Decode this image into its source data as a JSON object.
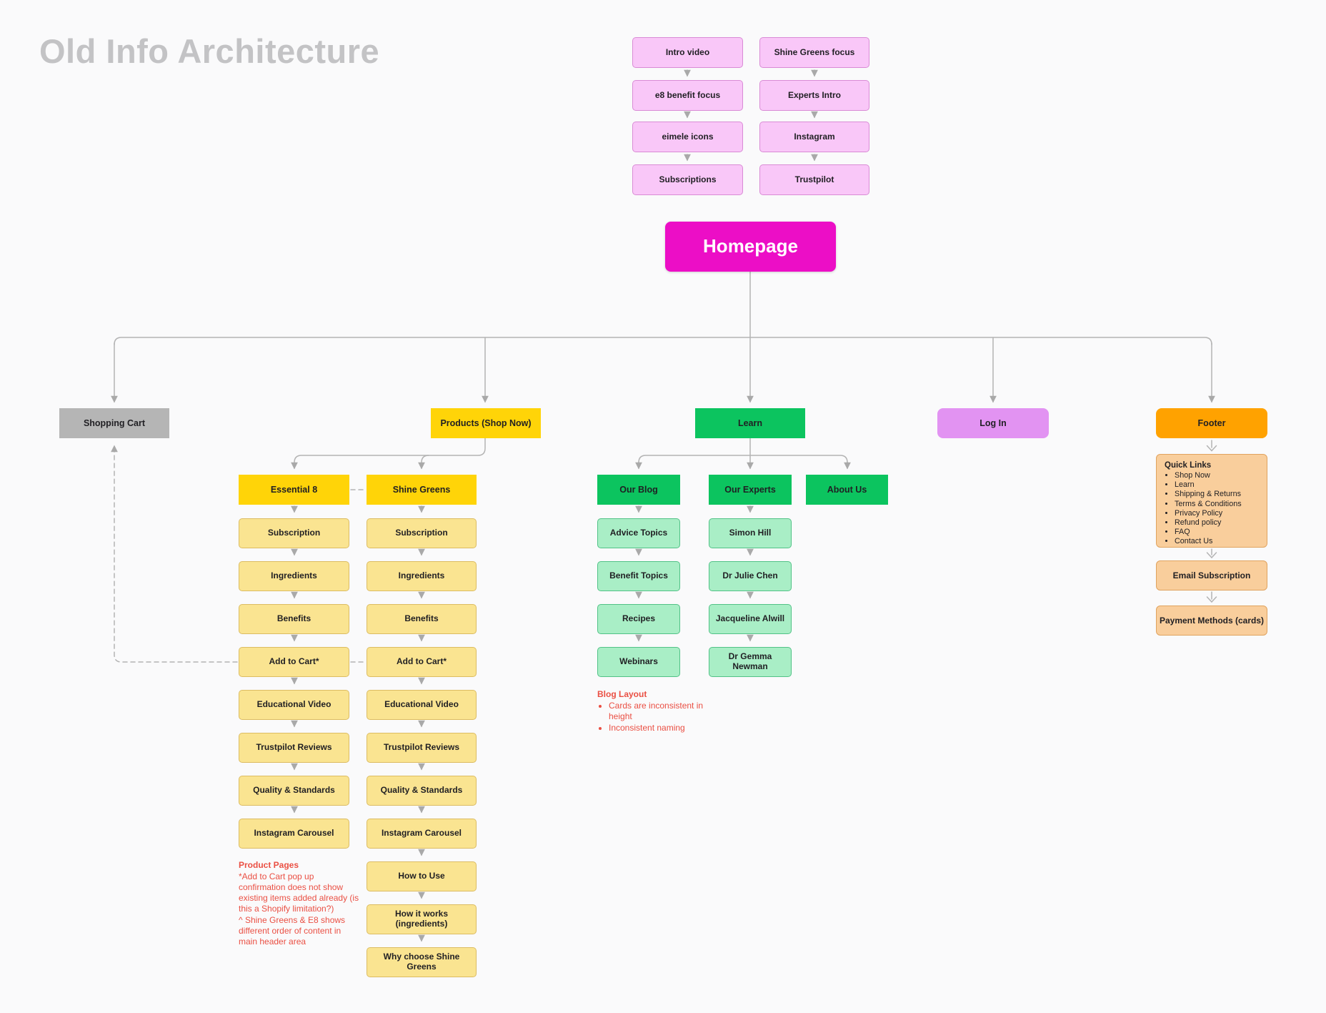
{
  "title": "Old Info Architecture",
  "colors": {
    "homepage": "#EC0EC6",
    "products_accent": "#FFD408",
    "products_light": "#FAE491",
    "learn_accent": "#0CC45F",
    "learn_light": "#A9EEC6",
    "login": "#E293F2",
    "footer_accent": "#FFA200",
    "footer_light": "#F9CE9C",
    "shopping_cart": "#B5B5B5",
    "homepage_sections_pink": "#F9C7F8",
    "annotation_red": "#EA4F43",
    "connector_gray": "#B3B3B3"
  },
  "homepage_sections": {
    "col1": [
      "Intro video",
      "e8 benefit focus",
      "eimele icons",
      "Subscriptions"
    ],
    "col2": [
      "Shine Greens focus",
      "Experts Intro",
      "Instagram",
      "Trustpilot"
    ]
  },
  "homepage": {
    "label": "Homepage"
  },
  "main_nav": {
    "shopping_cart": "Shopping Cart",
    "products": "Products (Shop Now)",
    "learn": "Learn",
    "login": "Log In",
    "footer": "Footer"
  },
  "products": {
    "essential8": {
      "label": "Essential 8",
      "items": [
        "Subscription",
        "Ingredients",
        "Benefits",
        "Add to Cart*",
        "Educational Video",
        "Trustpilot Reviews",
        "Quality & Standards",
        "Instagram Carousel"
      ]
    },
    "shine_greens": {
      "label": "Shine Greens",
      "items": [
        "Subscription",
        "Ingredients",
        "Benefits",
        "Add to Cart*",
        "Educational Video",
        "Trustpilot Reviews",
        "Quality & Standards",
        "Instagram Carousel",
        "How to Use",
        "How it works (ingredients)",
        "Why choose Shine Greens"
      ]
    },
    "note": {
      "title": "Product Pages",
      "body": "*Add to Cart pop up confirmation does not show existing items added already (is this a Shopify limitation?)\n^ Shine Greens & E8 shows different order of content in main header area"
    }
  },
  "learn": {
    "our_blog": {
      "label": "Our Blog",
      "items": [
        "Advice Topics",
        "Benefit Topics",
        "Recipes",
        "Webinars"
      ]
    },
    "our_experts": {
      "label": "Our Experts",
      "items": [
        "Simon Hill",
        "Dr Julie Chen",
        "Jacqueline Alwill",
        "Dr Gemma Newman"
      ]
    },
    "about_us": {
      "label": "About Us"
    },
    "note": {
      "title": "Blog Layout",
      "bullets": [
        "Cards are inconsistent in height",
        "Inconsistent naming"
      ]
    }
  },
  "footer": {
    "quick_links": {
      "title": "Quick Links",
      "items": [
        "Shop Now",
        "Learn",
        "Shipping & Returns",
        "Terms & Conditions",
        "Privacy Policy",
        "Refund policy",
        "FAQ",
        "Contact Us"
      ]
    },
    "email": "Email Subscription",
    "payment": "Payment Methods (cards)"
  }
}
